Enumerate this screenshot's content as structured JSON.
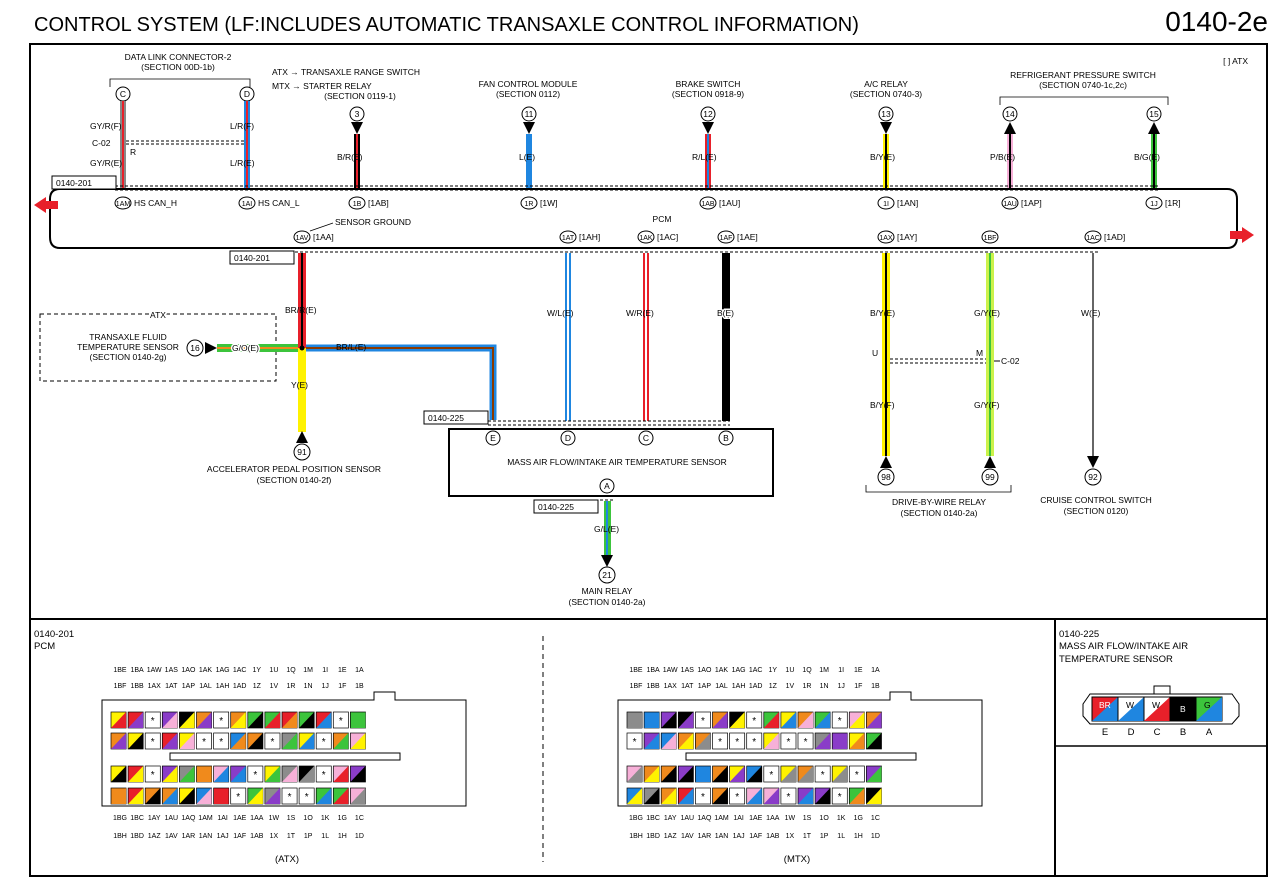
{
  "header": {
    "title": "CONTROL SYSTEM (LF:INCLUDES AUTOMATIC TRANSAXLE CONTROL INFORMATION)",
    "code": "0140-2e",
    "atx_note": "[ ] ATX"
  },
  "top_connectors": {
    "dlc_title": "DATA LINK CONNECTOR-2",
    "dlc_section": "(SECTION 00D-1b)",
    "atx_line": "ATX → TRANSAXLE RANGE SWITCH",
    "mtx_line": "MTX → STARTER RELAY",
    "range_section": "(SECTION 0119-1)",
    "fan_title": "FAN CONTROL MODULE",
    "fan_section": "(SECTION 0112)",
    "brake_title": "BRAKE SWITCH",
    "brake_section": "(SECTION 0918-9)",
    "ac_title": "A/C RELAY",
    "ac_section": "(SECTION 0740-3)",
    "ref_title": "REFRIGERANT PRESSURE SWITCH",
    "ref_section": "(SECTION 0740-1c,2c)"
  },
  "wires_top": {
    "c_pin": "C",
    "d_pin": "D",
    "gy_r_f": "GY/R(F)",
    "l_r_f": "L/R(F)",
    "c02": "C-02",
    "r_mark": "R",
    "gy_r_e": "GY/R(E)",
    "l_r_e": "L/R(E)",
    "n3": "3",
    "n11": "11",
    "n12": "12",
    "n13": "13",
    "n14": "14",
    "n15": "15",
    "w3": "B/R(E)",
    "w11": "L(E)",
    "w12": "R/L(E)",
    "w13": "B/Y(E)",
    "w14": "P/B(E)",
    "w15": "B/G(E)"
  },
  "pcm_box": {
    "conn1": "0140-201",
    "conn2": "0140-201",
    "label": "PCM",
    "pins_top": [
      "1AM",
      "1AI",
      "1B",
      "1R",
      "1AB",
      "1I",
      "1AU",
      "1J"
    ],
    "pins_top_alt": [
      "",
      "",
      "[1AB]",
      "[1W]",
      "[1AU]",
      "[1AN]",
      "[1AP]",
      "[1R]"
    ],
    "hs_can_h": "HS CAN_H",
    "hs_can_l": "HS CAN_L",
    "sensor_ground": "SENSOR GROUND",
    "pins_bot": [
      "1AV",
      "1AT",
      "1AK",
      "1AF",
      "1AX",
      "1BF",
      "1AC"
    ],
    "pins_bot_alt": [
      "[1AA]",
      "[1AH]",
      "[1AC]",
      "[1AE]",
      "[1AY]",
      "",
      "[1AD]"
    ]
  },
  "mid_wires": {
    "br_r": "BR/R(E)",
    "w_l": "W/L(E)",
    "w_r": "W/R(E)",
    "b_e": "B(E)",
    "b_y_e": "B/Y(E)",
    "g_y_e": "G/Y(E)",
    "w_e": "W(E)",
    "br_l": "BR/L(E)",
    "g_o": "G/O(E)",
    "y_e": "Y(E)",
    "u_mark": "U",
    "m_mark": "M",
    "c02b": "C-02",
    "b_y_f": "B/Y(F)",
    "g_y_f": "G/Y(F)"
  },
  "atx_box": {
    "tag": "ATX",
    "title": "TRANSAXLE FLUID",
    "title2": "TEMPERATURE SENSOR",
    "section": "(SECTION 0140-2g)",
    "pin": "16"
  },
  "maf": {
    "conn": "0140-225",
    "conn_b": "0140-225",
    "title": "MASS AIR FLOW/INTAKE AIR TEMPERATURE SENSOR",
    "pins": [
      "E",
      "D",
      "C",
      "B"
    ],
    "pin_a": "A",
    "wire_a": "G/L(E)"
  },
  "bottom_refs": {
    "n91": "91",
    "app_title": "ACCELERATOR PEDAL POSITION SENSOR",
    "app_section": "(SECTION 0140-2f)",
    "n21": "21",
    "main_title": "MAIN RELAY",
    "main_section": "(SECTION 0140-2a)",
    "n98": "98",
    "n99": "99",
    "dbw_title": "DRIVE-BY-WIRE RELAY",
    "dbw_section": "(SECTION 0140-2a)",
    "n92": "92",
    "cruise_title": "CRUISE CONTROL SWITCH",
    "cruise_section": "(SECTION 0120)"
  },
  "bottom_panel": {
    "pcm_code": "0140-201",
    "pcm_name": "PCM",
    "maf_code": "0140-225",
    "maf_name1": "MASS AIR FLOW/INTAKE AIR",
    "maf_name2": "TEMPERATURE SENSOR",
    "row1": [
      "1BE",
      "1BA",
      "1AW",
      "1AS",
      "1AO",
      "1AK",
      "1AG",
      "1AC",
      "1Y",
      "1U",
      "1Q",
      "1M",
      "1I",
      "1E",
      "1A"
    ],
    "row2": [
      "1BF",
      "1BB",
      "1AX",
      "1AT",
      "1AP",
      "1AL",
      "1AH",
      "1AD",
      "1Z",
      "1V",
      "1R",
      "1N",
      "1J",
      "1F",
      "1B"
    ],
    "row3": [
      "1BG",
      "1BC",
      "1AY",
      "1AU",
      "1AQ",
      "1AM",
      "1AI",
      "1AE",
      "1AA",
      "1W",
      "1S",
      "1O",
      "1K",
      "1G",
      "1C"
    ],
    "row4": [
      "1BH",
      "1BD",
      "1AZ",
      "1AV",
      "1AR",
      "1AN",
      "1AJ",
      "1AF",
      "1AB",
      "1X",
      "1T",
      "1P",
      "1L",
      "1H",
      "1D"
    ],
    "atx_label": "(ATX)",
    "mtx_label": "(MTX)",
    "maf_pins": [
      "E",
      "D",
      "C",
      "B",
      "A"
    ],
    "maf_cells": [
      "BR",
      "W",
      "W",
      "B",
      "G"
    ]
  },
  "colors": {
    "red": "#e8202a",
    "blue": "#1f86e0",
    "yellow": "#fff200",
    "green": "#3cc43c",
    "orange": "#f08a1c",
    "purple": "#8a3cc8",
    "pink": "#f7b0d8",
    "gray": "#8c8c8c",
    "lime": "#ccf24a"
  }
}
